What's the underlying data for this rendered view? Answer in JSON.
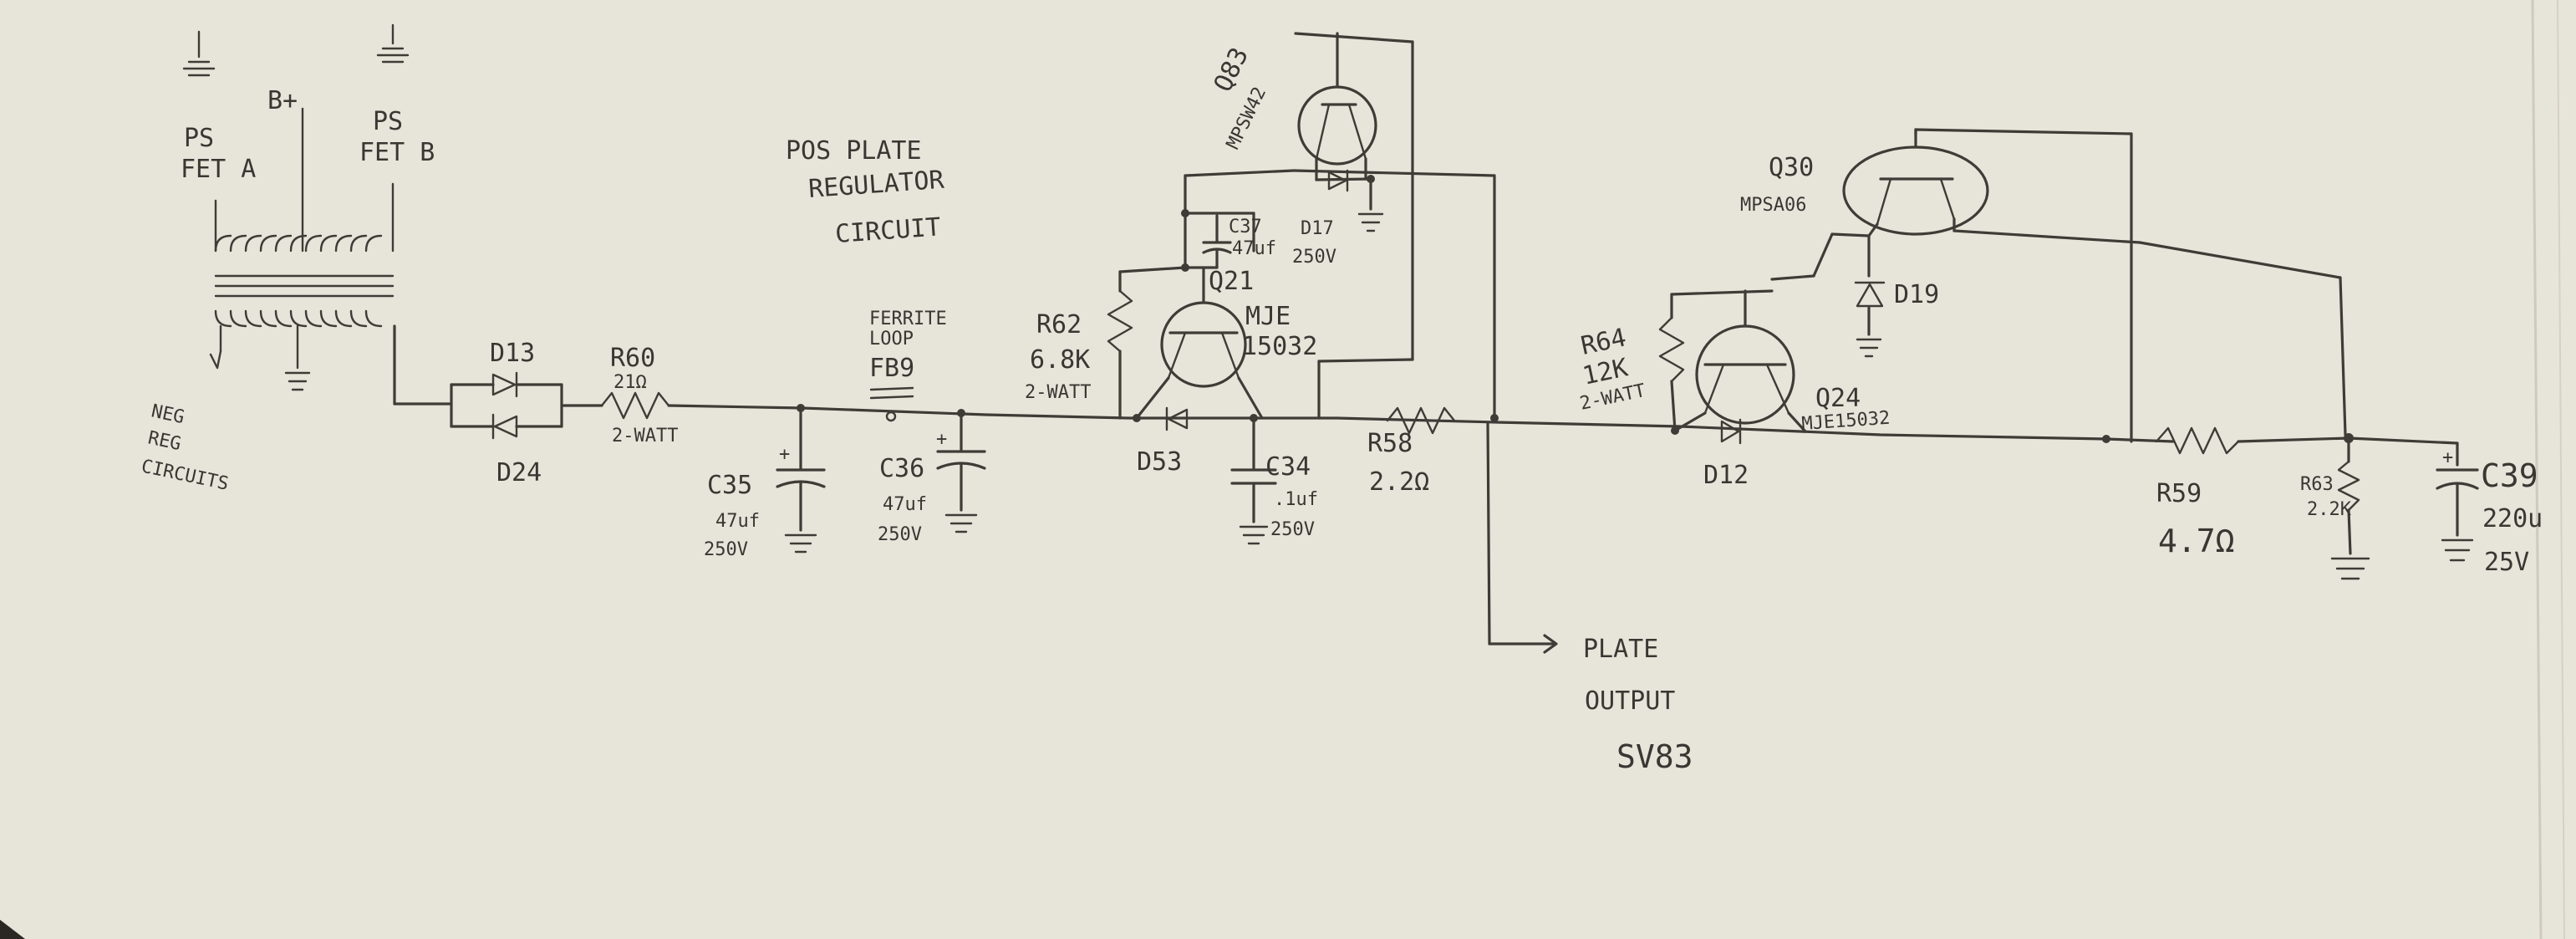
{
  "paper": {
    "background": "#e7e4da",
    "ink": "#3f3b36",
    "edge": "#2b2722"
  },
  "power": {
    "ps_fet_a_line1": "PS",
    "ps_fet_a_line2": "FET A",
    "b_plus": "B+",
    "ps_fet_b_line1": "PS",
    "ps_fet_b_line2": "FET B",
    "neg_reg_line1": "NEG",
    "neg_reg_line2": "REG",
    "neg_reg_line3": "CIRCUITS"
  },
  "title": {
    "line1": "POS PLATE",
    "line2": "REGULATOR",
    "line3": "CIRCUIT"
  },
  "components": {
    "d13": "D13",
    "d24": "D24",
    "r60": {
      "name": "R60",
      "value": "21Ω",
      "rating": "2-WATT"
    },
    "c35": {
      "name": "C35",
      "value": "47uf",
      "rating": "250V"
    },
    "fb9": {
      "line1": "FERRITE",
      "line2": "LOOP",
      "name": "FB9"
    },
    "c36": {
      "name": "C36",
      "value": "47uf",
      "rating": "250V"
    },
    "r62": {
      "name": "R62",
      "value": "6.8K",
      "rating": "2-WATT"
    },
    "q83": {
      "name": "Q83",
      "part": "MPSW42"
    },
    "c37": {
      "name": "C37",
      "value": "47uf",
      "rating": "250V"
    },
    "d17": "D17",
    "q21": {
      "name": "Q21",
      "part_line1": "MJE",
      "part_line2": "15032"
    },
    "d53": "D53",
    "c34": {
      "name": "C34",
      "value": ".1uf",
      "rating": "250V"
    },
    "r58": {
      "name": "R58",
      "value": "2.2Ω"
    },
    "r64": {
      "name": "R64",
      "value": "12K",
      "rating": "2-WATT"
    },
    "q30": {
      "name": "Q30",
      "part": "MPSA06"
    },
    "d19": "D19",
    "q24": {
      "name": "Q24",
      "part": "MJE15032"
    },
    "d12": "D12",
    "r59": {
      "name": "R59",
      "value": "4.7Ω"
    },
    "r63": {
      "name": "R63",
      "value": "2.2K"
    },
    "c39": {
      "name": "C39",
      "value": "220u",
      "rating": "25V"
    }
  },
  "output": {
    "line1": "PLATE",
    "line2": "OUTPUT",
    "line3": "SV83"
  },
  "plus_sign": "+"
}
